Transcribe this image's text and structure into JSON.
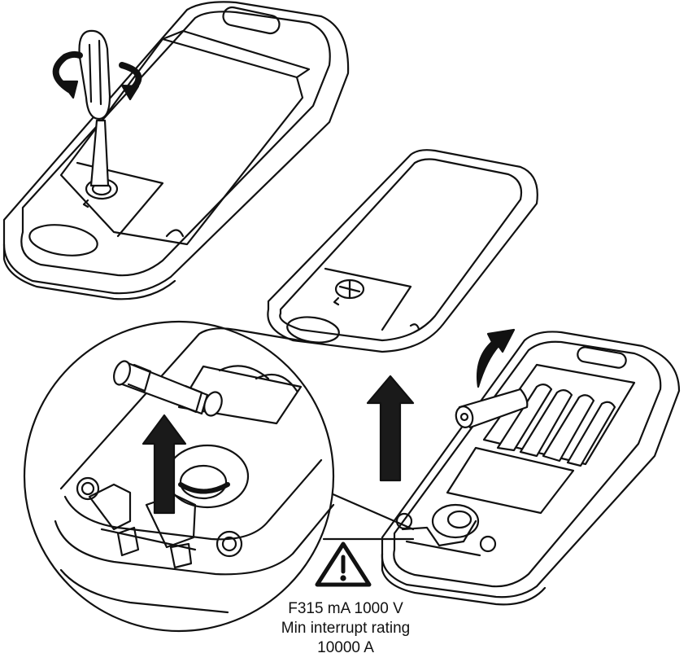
{
  "warning": {
    "icon": "warning-triangle-icon",
    "fuse_spec": "F315 mA 1000 V",
    "rating_label": "Min interrupt rating",
    "rating_value": "10000 A"
  },
  "colors": {
    "line": "#111111",
    "fill": "#ffffff",
    "arrow": "#1a1a1a"
  }
}
